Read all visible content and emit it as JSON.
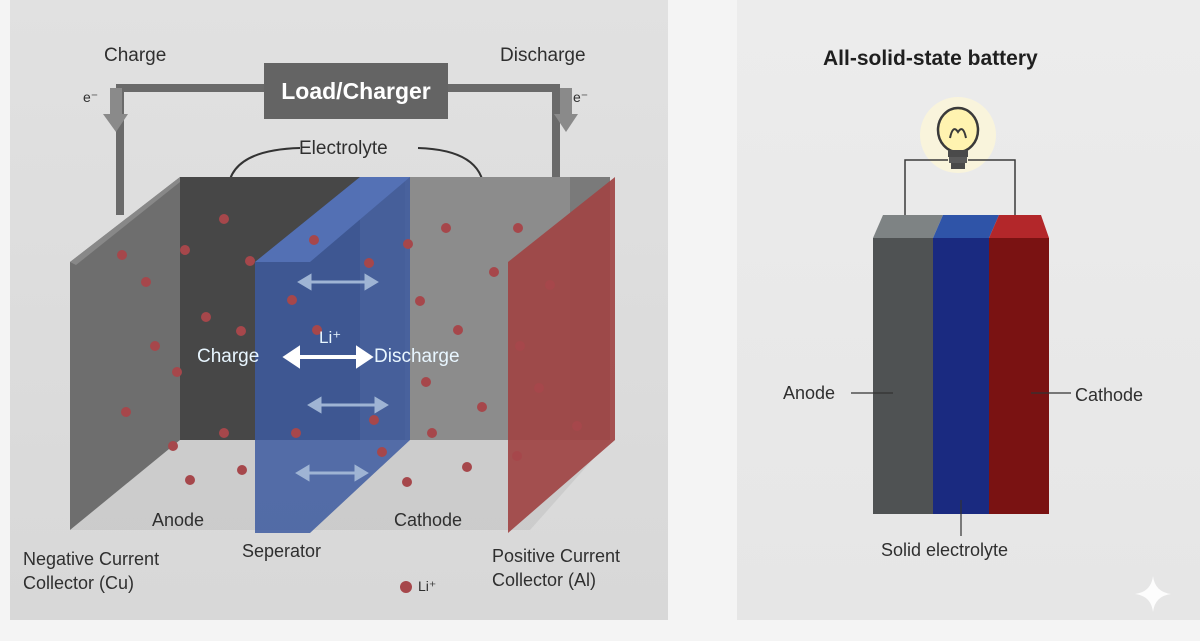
{
  "left": {
    "box_label": "Load/Charger",
    "charge_top": "Charge",
    "discharge_top": "Discharge",
    "electron_left": "e⁻",
    "electron_right": "e⁻",
    "electrolyte": "Electrolyte",
    "li_ion": "Li⁺",
    "charge_mid": "Charge",
    "discharge_mid": "Discharge",
    "anode": "Anode",
    "cathode": "Cathode",
    "separator": "Seperator",
    "neg_collector_1": "Negative Current",
    "neg_collector_2": "Collector (Cu)",
    "pos_collector_1": "Positive Current",
    "pos_collector_2": "Collector (Al)",
    "legend_li": "Li⁺"
  },
  "right": {
    "title": "All-solid-state battery",
    "anode": "Anode",
    "cathode": "Cathode",
    "solid_electrolyte": "Solid electrolyte"
  },
  "colors": {
    "ion": "#a6474b",
    "separator": "#3d5aa0",
    "cathode_collector": "#a04444",
    "anode_block": "#4f5253",
    "electrolyte_block": "#1a2a80",
    "cathode_block": "#7a1212"
  }
}
